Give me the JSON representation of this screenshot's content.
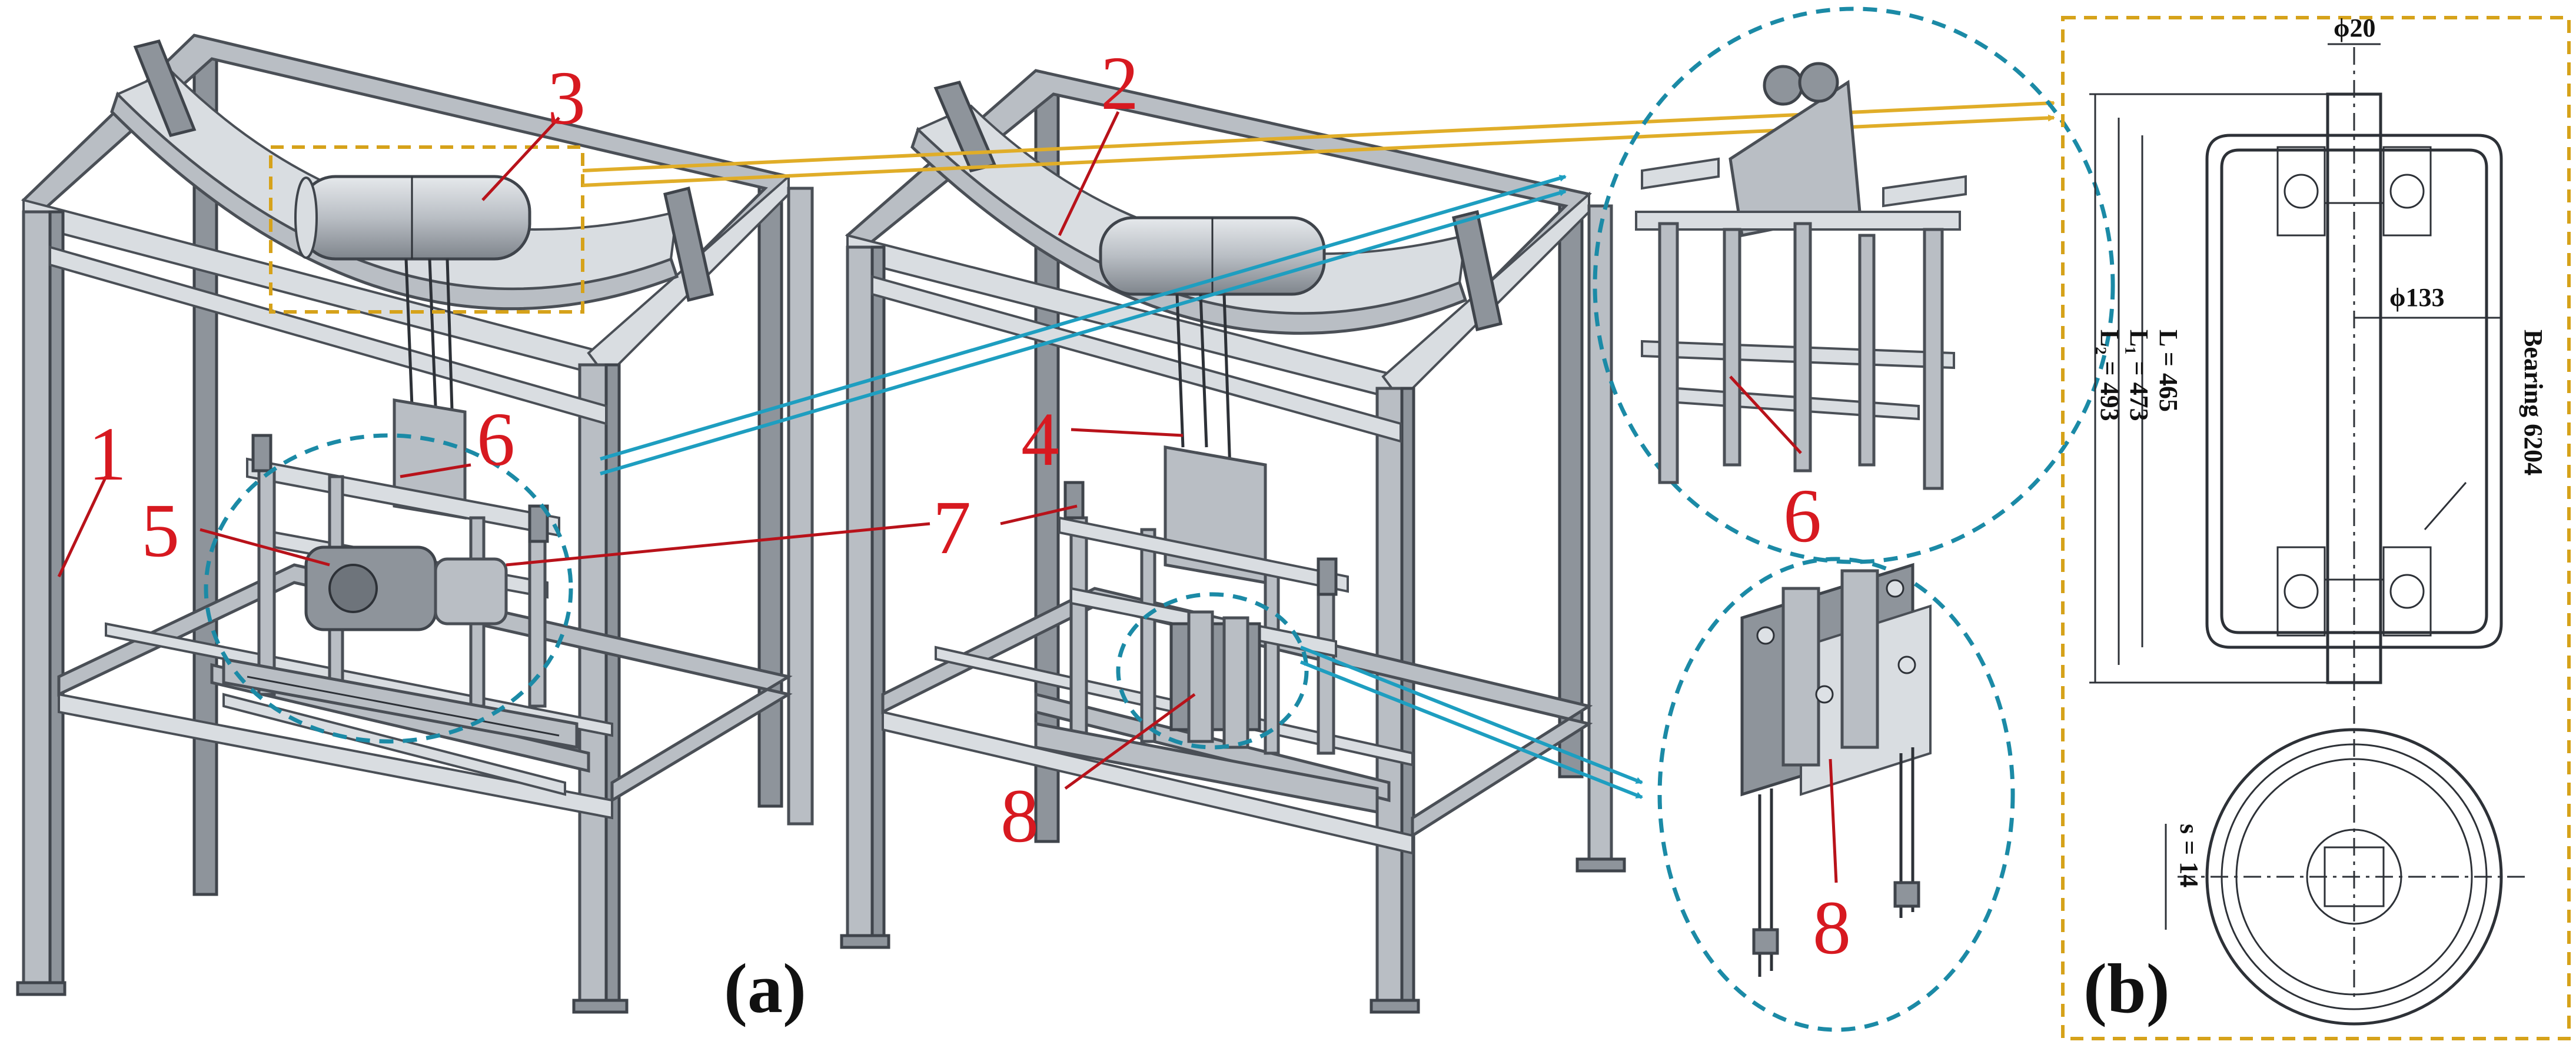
{
  "figure": {
    "labels": {
      "frame": "1",
      "belt": "2",
      "roller": "3",
      "rope": "4",
      "motor": "5",
      "lifting_frame": "6",
      "gearbox": "7",
      "clamp": "8"
    },
    "panels": {
      "a": "(a)",
      "b": "(b)"
    },
    "dimensions": {
      "shaft_diameter": "ϕ20",
      "roller_diameter": "ϕ133",
      "length_l": "L = 465",
      "length_l1": "L₁ = 473",
      "length_l2": "L₂ = 493",
      "bearing": "Bearing 6204",
      "thickness": "s = 14"
    },
    "colors": {
      "label_red": "#d71920",
      "gold_dash": "#d6a21a",
      "blue_dash": "#1b8aa6",
      "steel": "#b9bec4"
    }
  }
}
